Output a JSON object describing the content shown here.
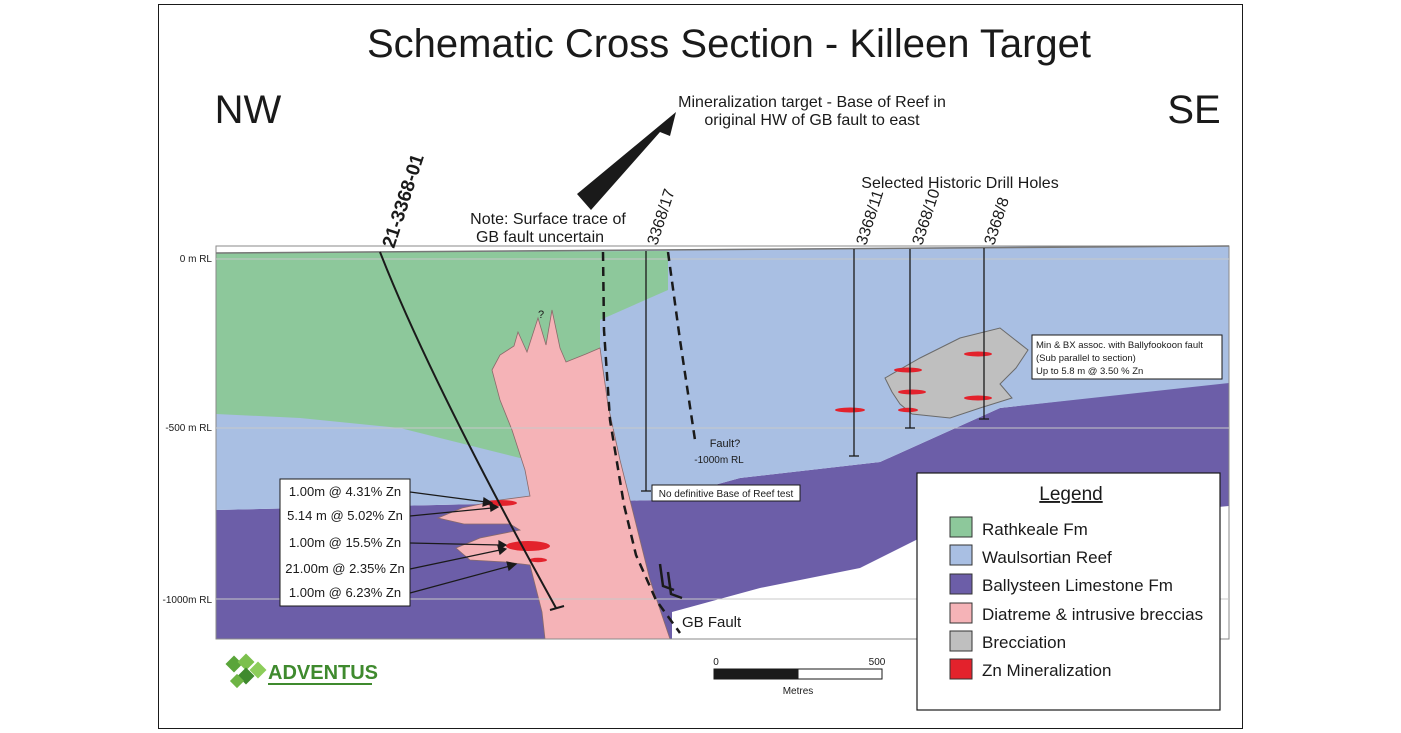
{
  "title": "Schematic Cross Section - Killeen Target",
  "directions": {
    "left": "NW",
    "right": "SE"
  },
  "depth_labels": [
    "0 m RL",
    "-500 m RL",
    "-1000m RL"
  ],
  "annotations": {
    "target_line1": "Mineralization target - Base of Reef in",
    "target_line2": "original HW of GB fault to east",
    "surface_line1": "Note: Surface trace of",
    "surface_line2": "GB fault uncertain",
    "historic": "Selected Historic Drill Holes",
    "question": "?",
    "fault_q": "Fault?",
    "fault_rl": "-1000m RL",
    "no_base": "No definitive Base of Reef test",
    "gb_fault": "GB Fault",
    "min_line1": "Min & BX assoc. with Ballyfookoon fault",
    "min_line2": "(Sub parallel to section)",
    "min_line3": "Up to 5.8 m @ 3.50 % Zn"
  },
  "drill_holes": {
    "main": "21-3368-01",
    "historic": [
      "3368/17",
      "3368/11",
      "3368/10",
      "3368/8"
    ]
  },
  "intercepts": [
    "1.00m @ 4.31% Zn",
    "5.14 m @ 5.02% Zn",
    "1.00m @ 15.5% Zn",
    "21.00m @ 2.35% Zn",
    "1.00m @ 6.23% Zn"
  ],
  "legend": {
    "title": "Legend",
    "items": [
      {
        "label": "Rathkeale Fm",
        "color": "#8dc89b"
      },
      {
        "label": "Waulsortian Reef",
        "color": "#a9bfe3"
      },
      {
        "label": "Ballysteen Limestone Fm",
        "color": "#6c5ea8"
      },
      {
        "label": "Diatreme & intrusive breccias",
        "color": "#f5b3b7"
      },
      {
        "label": "Brecciation",
        "color": "#bfbfbf"
      },
      {
        "label": "Zn Mineralization",
        "color": "#e3222c"
      }
    ]
  },
  "scale": {
    "start": "0",
    "end": "500",
    "unit": "Metres"
  },
  "logo": {
    "text": "ADVENTUS"
  }
}
